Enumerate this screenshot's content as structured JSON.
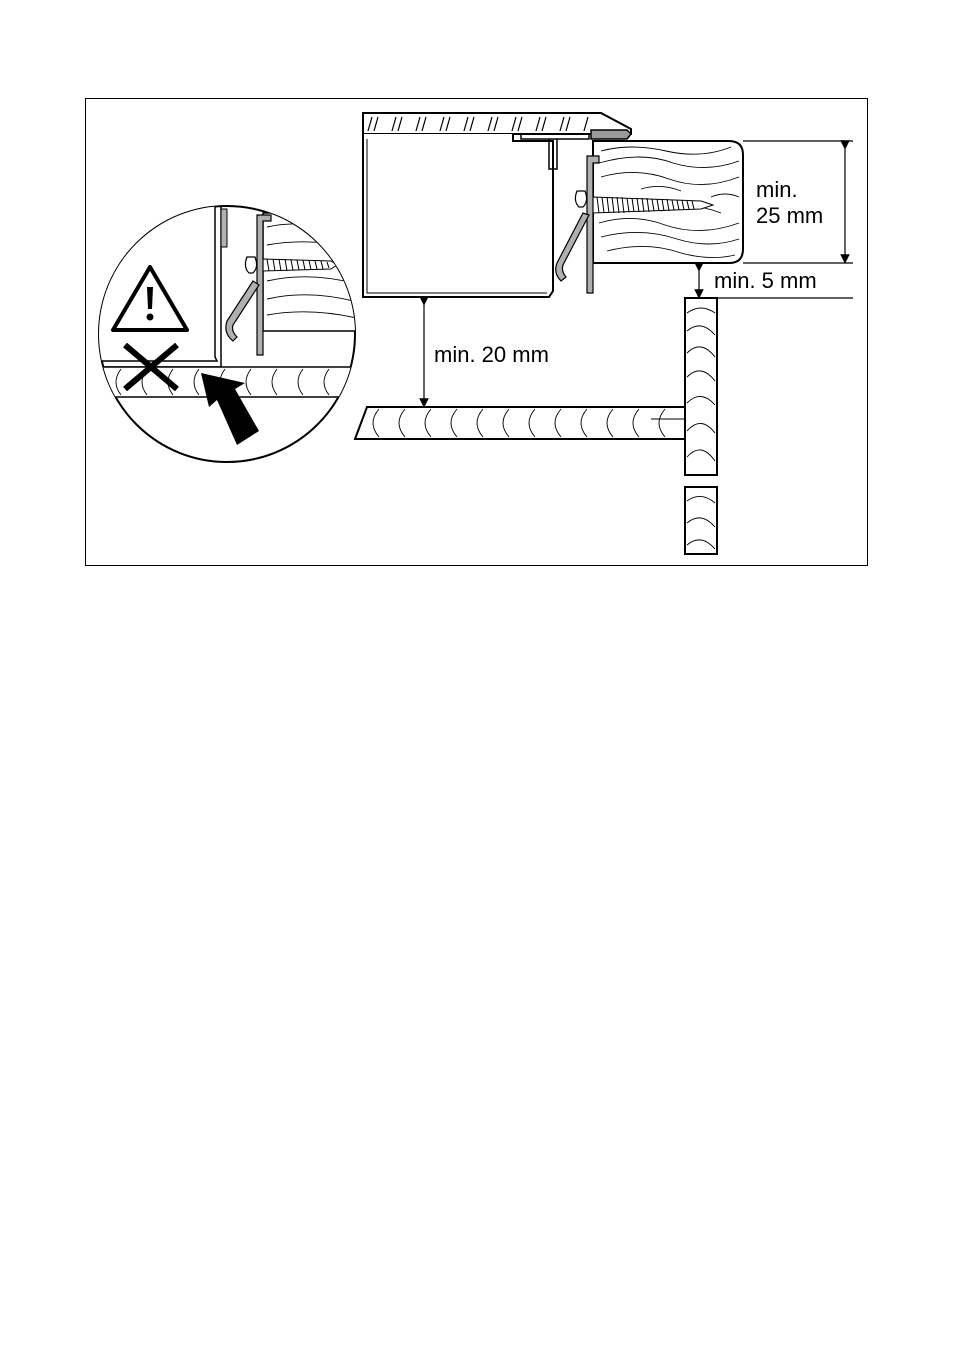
{
  "labels": {
    "gap_min_25_line1": "min.",
    "gap_min_25_line2": "25 mm",
    "gap_min_5": "min. 5 mm",
    "gap_min_20": "min. 20 mm"
  },
  "warning_icon": "warning-triangle-icon",
  "forbidden_icon": "cross-mark-icon",
  "pointer_icon": "arrow-icon"
}
